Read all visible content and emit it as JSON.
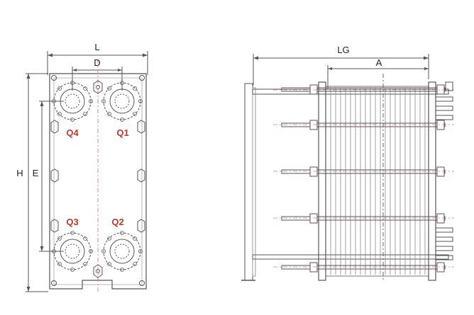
{
  "front_view": {
    "dimensions": {
      "width": "L",
      "port_spacing": "D",
      "height": "H",
      "port_distance": "E"
    },
    "ports": {
      "top_left": "Q4",
      "top_right": "Q1",
      "bottom_left": "Q3",
      "bottom_right": "Q2"
    }
  },
  "side_view": {
    "dimensions": {
      "overall_length": "LG",
      "pack_length": "A"
    }
  },
  "colors": {
    "line": "#555555",
    "port_label": "#c0392b",
    "centerline": "#e8758a"
  }
}
